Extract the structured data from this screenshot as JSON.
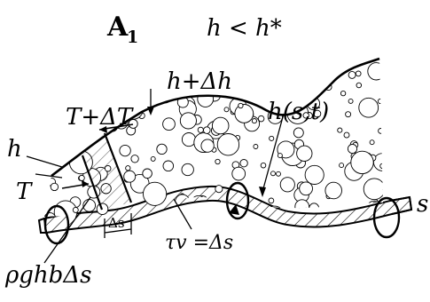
{
  "title": {
    "main": "A",
    "sub": "1"
  },
  "condition": "h < h*",
  "labels": {
    "top_force": "T+ΔT",
    "top_height": "h+Δh",
    "depth_fn": "h(s,t)",
    "left_height": "h",
    "left_force": "T",
    "delta_s": "Δs",
    "shear": "τv =Δs",
    "weight": "ρghbΔs",
    "axis": "s"
  }
}
